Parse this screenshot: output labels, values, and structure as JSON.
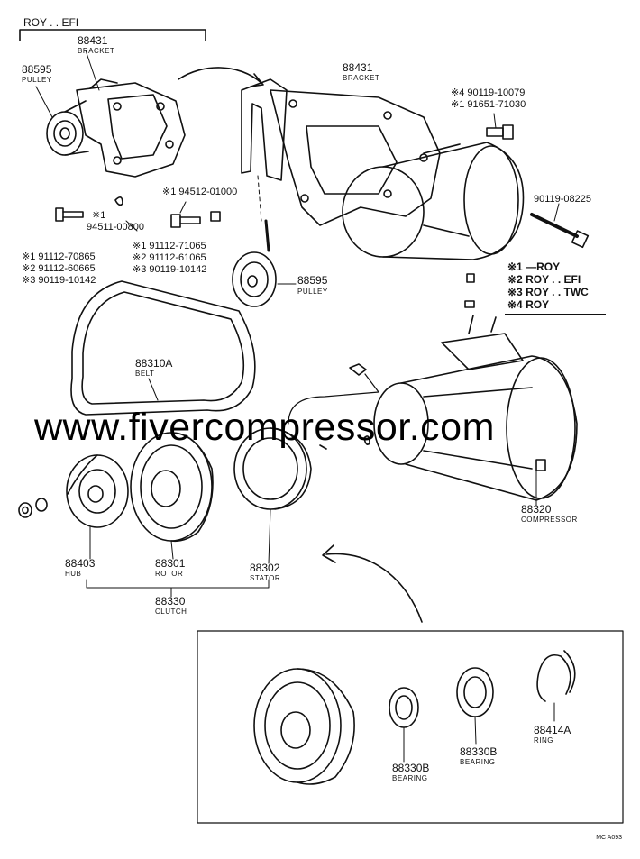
{
  "header": {
    "group_label": "ROY . . EFI"
  },
  "parts": {
    "bracket_top": {
      "number": "88431",
      "name": "BRACKET"
    },
    "pulley_top": {
      "number": "88595",
      "name": "PULLEY"
    },
    "bracket_main": {
      "number": "88431",
      "name": "BRACKET"
    },
    "bolt_set_a": [
      "※4 90119-10079",
      "※1 91651-71030"
    ],
    "bolt_right": "90119-08225",
    "nut_small": {
      "mark": "※1",
      "number": "94511-00800"
    },
    "bolt_mid": "※1 94512-01000",
    "bolt_left_set": [
      "※1 91112-70865",
      "※2 91112-60665",
      "※3 90119-10142"
    ],
    "bolt_center_set": [
      "※1 91112-71065",
      "※2 91112-61065",
      "※3 90119-10142"
    ],
    "pulley_mid": {
      "number": "88595",
      "name": "PULLEY"
    },
    "belt": {
      "number": "88310A",
      "name": "BELT"
    },
    "compressor": {
      "number": "88320",
      "name": "COMPRESSOR"
    },
    "hub": {
      "number": "88403",
      "name": "HUB"
    },
    "rotor": {
      "number": "88301",
      "name": "ROTOR"
    },
    "stator": {
      "number": "88302",
      "name": "STATOR"
    },
    "clutch": {
      "number": "88330",
      "name": "CLUTCH"
    },
    "bearing_1": {
      "number": "88330B",
      "name": "BEARING"
    },
    "bearing_2": {
      "number": "88330B",
      "name": "BEARING"
    },
    "ring": {
      "number": "88414A",
      "name": "RING"
    }
  },
  "legend": [
    "※1 —ROY",
    "※2 ROY . . EFI",
    "※3 ROY . . TWC",
    "※4 ROY"
  ],
  "watermark": "www.fivercompressor.com",
  "figure_code": "MC A093"
}
